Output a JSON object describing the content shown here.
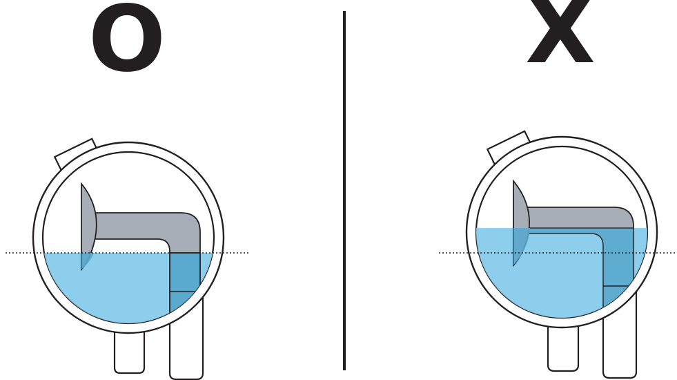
{
  "panels": [
    {
      "mark": "O",
      "verdict": "correct",
      "water_level": "below"
    },
    {
      "mark": "X",
      "verdict": "incorrect",
      "water_level": "above"
    }
  ],
  "colors": {
    "outline": "#231f20",
    "water": "#86cbea",
    "water_deep": "#5ba9cf",
    "pipe": "#a8aeb8",
    "background": "#ffffff"
  }
}
